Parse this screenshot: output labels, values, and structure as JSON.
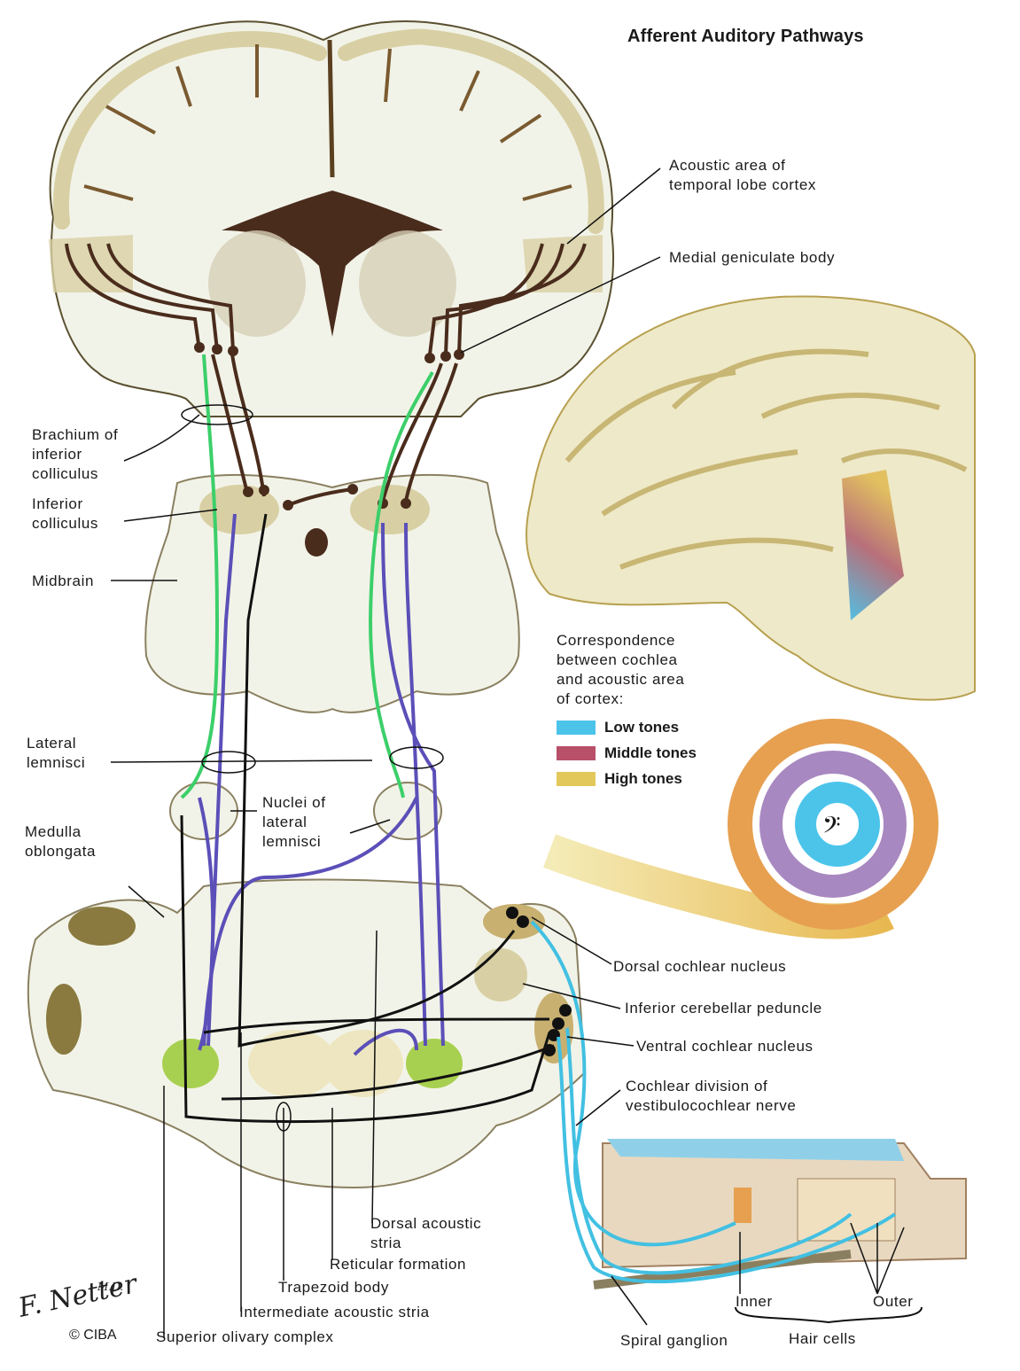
{
  "title": "Afferent Auditory Pathways",
  "labels": {
    "acoustic_area": "Acoustic area of\ntemporal lobe cortex",
    "medial_geniculate": "Medial geniculate body",
    "brachium": "Brachium of\ninferior\ncolliculus",
    "inferior_colliculus": "Inferior\ncolliculus",
    "midbrain": "Midbrain",
    "lateral_lemnisci": "Lateral\nlemnisci",
    "nuclei_lateral_lemnisci": "Nuclei of\nlateral\nlemnisci",
    "medulla": "Medulla\noblongata",
    "dorsal_cochlear": "Dorsal cochlear nucleus",
    "inferior_cerebellar": "Inferior cerebellar peduncle",
    "ventral_cochlear": "Ventral cochlear nucleus",
    "cochlear_division": "Cochlear division of\nvestibulocochlear nerve",
    "dorsal_acoustic_stria": "Dorsal acoustic\nstria",
    "reticular_formation": "Reticular formation",
    "trapezoid_body": "Trapezoid body",
    "intermediate_stria": "Intermediate acoustic stria",
    "superior_olivary": "Superior olivary complex",
    "spiral_ganglion": "Spiral ganglion",
    "inner": "Inner",
    "outer": "Outer",
    "hair_cells": "Hair cells"
  },
  "legend": {
    "heading": "Correspondence\nbetween cochlea\nand acoustic area\nof cortex:",
    "items": [
      {
        "label": "Low tones",
        "color": "#4cc4ea"
      },
      {
        "label": "Middle tones",
        "color": "#b8506a"
      },
      {
        "label": "High tones",
        "color": "#e2c85a"
      }
    ]
  },
  "signature": {
    "name": "F. Netter",
    "degree": "M.D.",
    "copyright": "© CIBA"
  },
  "colors": {
    "pathway_brown": "#4a2c1c",
    "pathway_green": "#3ccf6a",
    "pathway_purple": "#5b4fb8",
    "pathway_black": "#111111",
    "pathway_cyan": "#42c0e2",
    "tissue": "#f1f2e6",
    "gray_matter": "#d8d2ae"
  }
}
